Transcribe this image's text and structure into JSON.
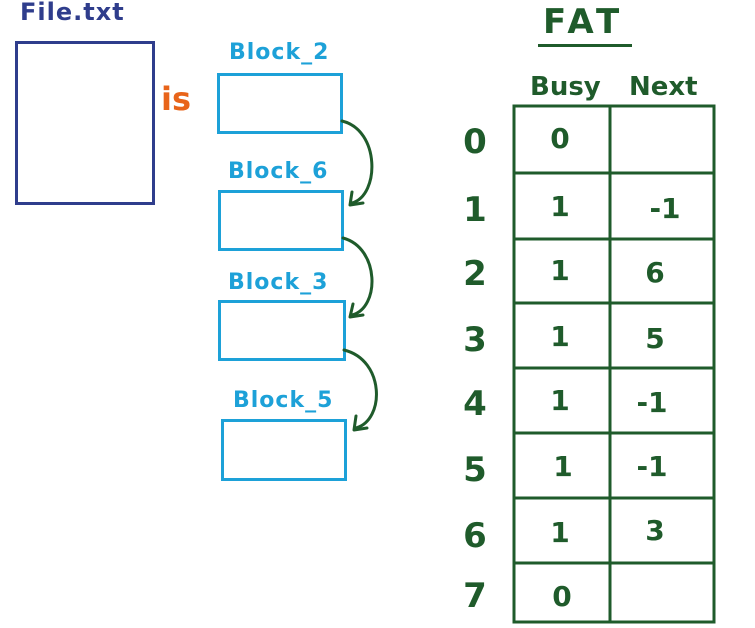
{
  "file": {
    "name": "File.txt",
    "is_word": "is"
  },
  "blocks": [
    {
      "label": "Block_2"
    },
    {
      "label": "Block_6"
    },
    {
      "label": "Block_3"
    },
    {
      "label": "Block_5"
    }
  ],
  "fat": {
    "title": "FAT",
    "headers": {
      "busy": "Busy",
      "next": "Next"
    },
    "rows": [
      {
        "index": "0",
        "busy": "0",
        "next": ""
      },
      {
        "index": "1",
        "busy": "1",
        "next": "-1"
      },
      {
        "index": "2",
        "busy": "1",
        "next": "6"
      },
      {
        "index": "3",
        "busy": "1",
        "next": "5"
      },
      {
        "index": "4",
        "busy": "1",
        "next": "-1"
      },
      {
        "index": "5",
        "busy": "1",
        "next": "-1"
      },
      {
        "index": "6",
        "busy": "1",
        "next": "3"
      },
      {
        "index": "7",
        "busy": "0",
        "next": ""
      }
    ]
  },
  "colors": {
    "file": "#2f3d8c",
    "is": "#e8641a",
    "blocks": "#1da1d8",
    "fat": "#1f5b2b"
  }
}
